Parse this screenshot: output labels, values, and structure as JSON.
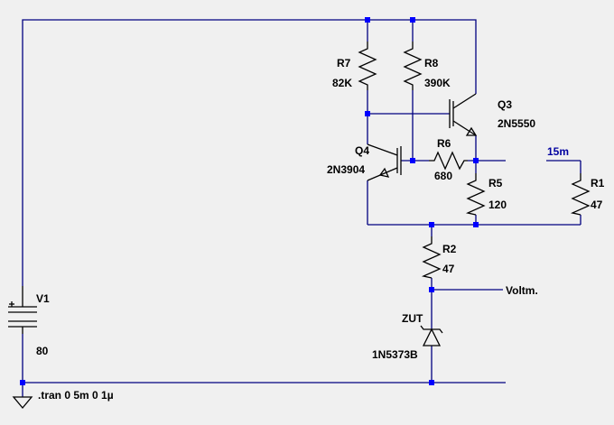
{
  "components": {
    "R7": {
      "name": "R7",
      "value": "82K"
    },
    "R8": {
      "name": "R8",
      "value": "390K"
    },
    "Q3": {
      "name": "Q3",
      "value": "2N5550"
    },
    "Q4": {
      "name": "Q4",
      "value": "2N3904"
    },
    "R6": {
      "name": "R6",
      "value": "680"
    },
    "R5": {
      "name": "R5",
      "value": "120"
    },
    "R1": {
      "name": "R1",
      "value": "47"
    },
    "R2": {
      "name": "R2",
      "value": "47"
    },
    "V1": {
      "name": "V1",
      "value": "80"
    },
    "ZUT": {
      "name": "ZUT",
      "value": "1N5373B"
    }
  },
  "net_labels": {
    "current": "15m",
    "voltmeter": "Voltm."
  },
  "directive": ".tran 0 5m 0 1µ",
  "colors": {
    "wire": "#000080",
    "junction": "#0000ff",
    "component": "#000000",
    "background": "#f0f0f0"
  }
}
